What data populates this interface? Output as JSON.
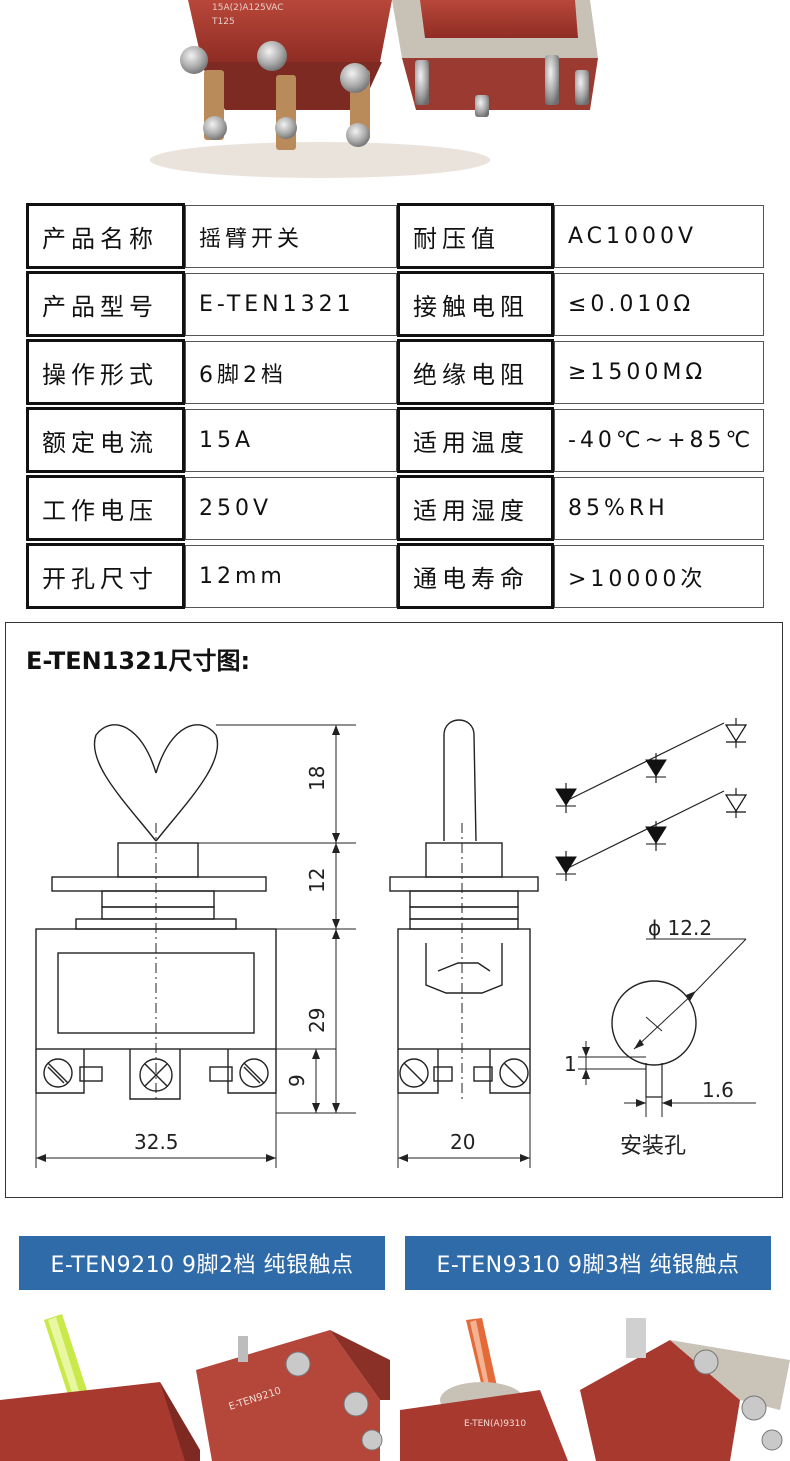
{
  "spec_table": {
    "rows": [
      {
        "label1": "产品名称",
        "value1": "摇臂开关",
        "label2": "耐压值",
        "value2": "AC1000V"
      },
      {
        "label1": "产品型号",
        "value1": "E-TEN1321",
        "label2": "接触电阻",
        "value2": "≤0.010Ω"
      },
      {
        "label1": "操作形式",
        "value1": "6脚2档",
        "label2": "绝缘电阻",
        "value2": "≥1500MΩ"
      },
      {
        "label1": "额定电流",
        "value1": "15A",
        "label2": "适用温度",
        "value2": "-40℃~+85℃"
      },
      {
        "label1": "工作电压",
        "value1": "250V",
        "label2": "适用湿度",
        "value2": "85%RH"
      },
      {
        "label1": "开孔尺寸",
        "value1": "12mm",
        "label2": "通电寿命",
        "value2": ">10000次"
      }
    ]
  },
  "drawing": {
    "title": "E-TEN1321尺寸图:",
    "dims": {
      "d18": "18",
      "d12": "12",
      "d29": "29",
      "d9": "9",
      "d32_5": "32.5",
      "d20": "20",
      "phi": "ϕ 12.2",
      "d1": "1",
      "d1_6": "1.6"
    },
    "hole_label": "安装孔"
  },
  "banners": {
    "left": "E-TEN9210 9脚2档 纯银触点",
    "right": "E-TEN9310 9脚3档 纯银触点"
  },
  "photo_text": {
    "top_body": "15A(2)A125VAC",
    "top_code": "T125",
    "bottom_left_code": "E-TEN9210",
    "bottom_right_code": "E-TEN(A)9310"
  },
  "colors": {
    "switch_body": "#a8392f",
    "banner_bg": "#2f6aa9"
  }
}
